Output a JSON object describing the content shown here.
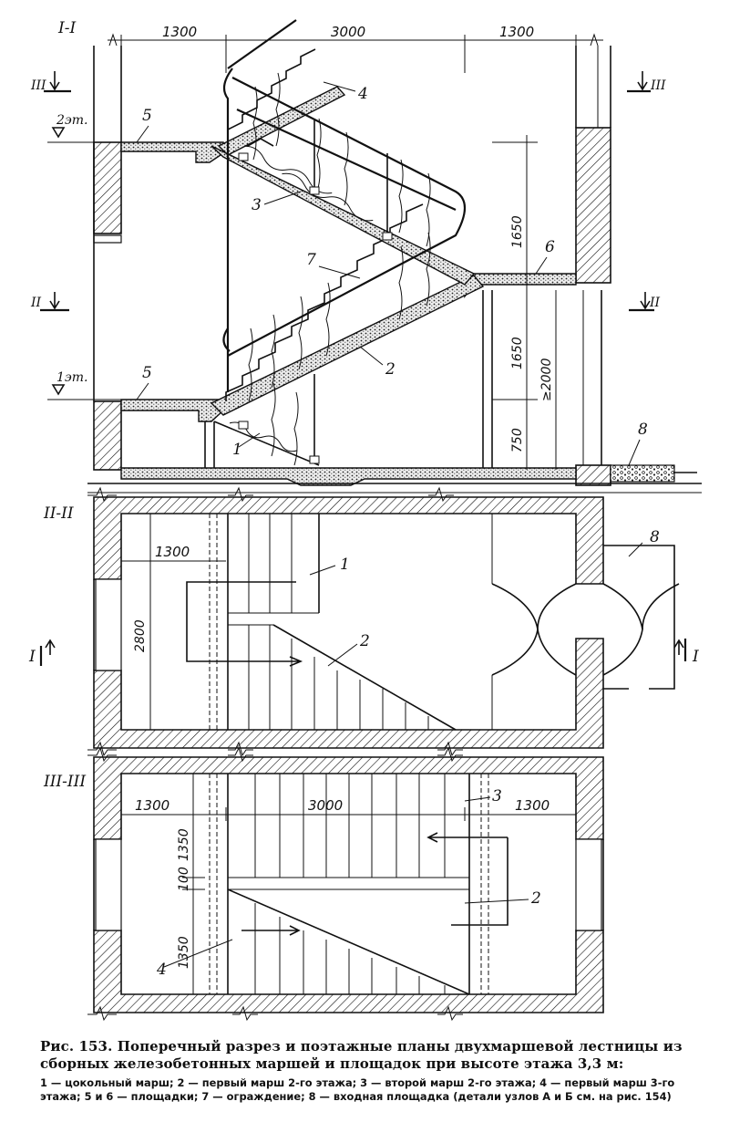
{
  "sections": {
    "s1": "I-I",
    "s2": "II-II",
    "s3": "III-III"
  },
  "cut_marks": {
    "III": "III",
    "II": "II",
    "I": "I"
  },
  "levels": {
    "floor2": "2эт.",
    "floor1": "1эт."
  },
  "dimensions": {
    "top_left": "1300",
    "top_mid": "3000",
    "top_right": "1300",
    "v_1650_upper": "1650",
    "v_1650_lower": "1650",
    "v_2000": "≥2000",
    "v_750": "750",
    "plan2_1300": "1300",
    "plan2_2800": "2800",
    "plan3_1300_left": "1300",
    "plan3_3000": "3000",
    "plan3_1300_right": "1300",
    "plan3_1350_top": "1350",
    "plan3_100": "100",
    "plan3_1350_bottom": "1350"
  },
  "callouts": {
    "n1": "1",
    "n2": "2",
    "n3": "3",
    "n4": "4",
    "n5": "5",
    "n6": "6",
    "n7": "7",
    "n8": "8"
  },
  "caption": {
    "title": "Рис. 153. Поперечный разрез и поэтажные планы двухмаршевой лестницы из сборных железобетонных маршей и площадок при высоте этажа 3,3 м:",
    "legend": "1 — цокольный марш; 2 — первый марш 2-го этажа; 3 — второй марш 2-го этажа; 4 — первый марш 3-го этажа; 5 и 6 — площадки; 7 — ограждение; 8 — входная площадка (детали узлов А и Б см. на рис. 154)"
  }
}
